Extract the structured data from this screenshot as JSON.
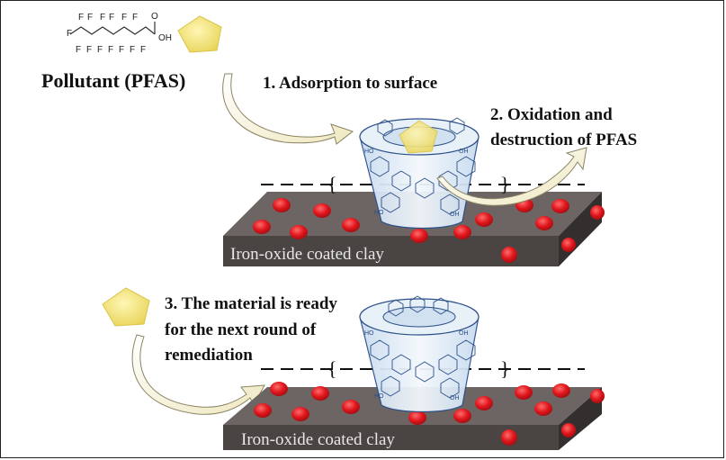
{
  "pollutant": {
    "label": "Pollutant (PFAS)",
    "formula_fluorines": "F",
    "formula_oh": "OH",
    "formula_o": "O"
  },
  "steps": {
    "step1": "1. Adsorption to surface",
    "step2_line1": "2. Oxidation and",
    "step2_line2": "destruction of PFAS",
    "step3_line1": "3. The material is ready",
    "step3_line2": "for the next round of",
    "step3_line3": "remediation"
  },
  "slab": {
    "top_label": "Iron-oxide coated clay",
    "bottom_label": "Iron-oxide coated clay"
  },
  "colors": {
    "slab_top": "#6d6563",
    "slab_side": "#3f3a39",
    "dot": "#e0161c",
    "pentagon": "#f2e27a",
    "cup_stroke": "#2a4f8a",
    "arrow_fill": "#f3efd0"
  }
}
